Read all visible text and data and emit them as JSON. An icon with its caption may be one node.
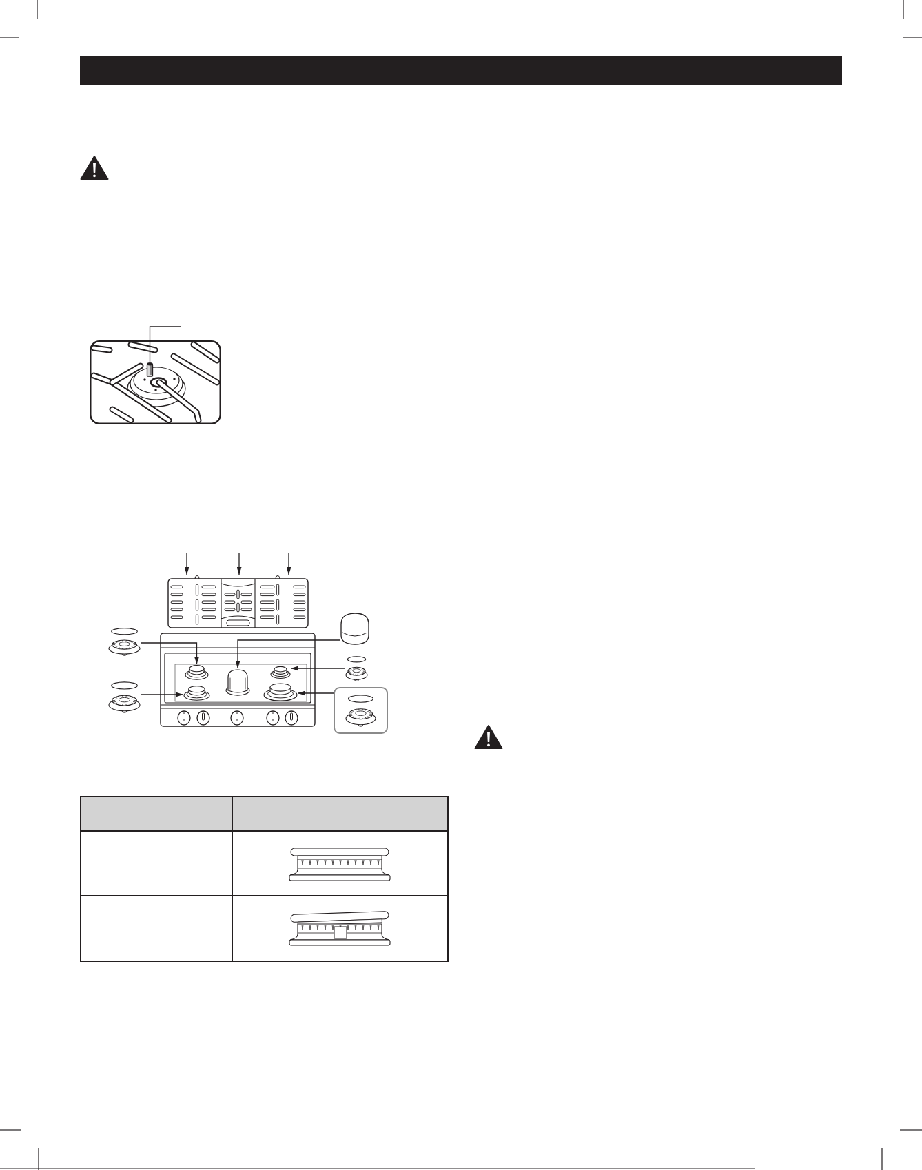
{
  "diagram": {
    "nodes": [
      {
        "text": [],
        "shape": "picture"
      },
      {
        "text": [],
        "shape": "picture",
        "in": 0
      },
      {
        "text": [],
        "shape": "picture"
      },
      {
        "text": [],
        "shape": "picture"
      },
      {
        "text": [],
        "shape": "picture"
      },
      {
        "text": [],
        "shape": "picture"
      },
      {
        "text": [],
        "shape": "picture",
        "in": 5
      },
      {
        "text": [],
        "shape": "picture",
        "in": 5
      },
      {
        "text": [],
        "shape": "picture",
        "in": 5
      },
      {
        "text": [],
        "shape": "picture",
        "in": 5
      },
      {
        "text": [],
        "shape": "picture",
        "in": 5
      },
      {
        "text": [],
        "shape": "picture"
      },
      {
        "text": [],
        "shape": "picture"
      },
      {
        "text": [],
        "shape": "box"
      },
      {
        "text": [],
        "shape": "picture",
        "in": 13
      }
    ],
    "edges": [
      {
        "from": null,
        "to": 1,
        "arrow": "none"
      },
      {
        "from": null,
        "to": 2,
        "arrow": "to"
      },
      {
        "from": null,
        "to": 2,
        "arrow": "to"
      },
      {
        "from": null,
        "to": 2,
        "arrow": "to"
      },
      {
        "from": 3,
        "to": 6,
        "arrow": "to"
      },
      {
        "from": 4,
        "to": 7,
        "arrow": "to"
      },
      {
        "from": 11,
        "to": 8,
        "arrow": "to"
      },
      {
        "from": 12,
        "to": 9,
        "arrow": "to"
      },
      {
        "from": 13,
        "to": 10,
        "arrow": "to"
      }
    ]
  }
}
